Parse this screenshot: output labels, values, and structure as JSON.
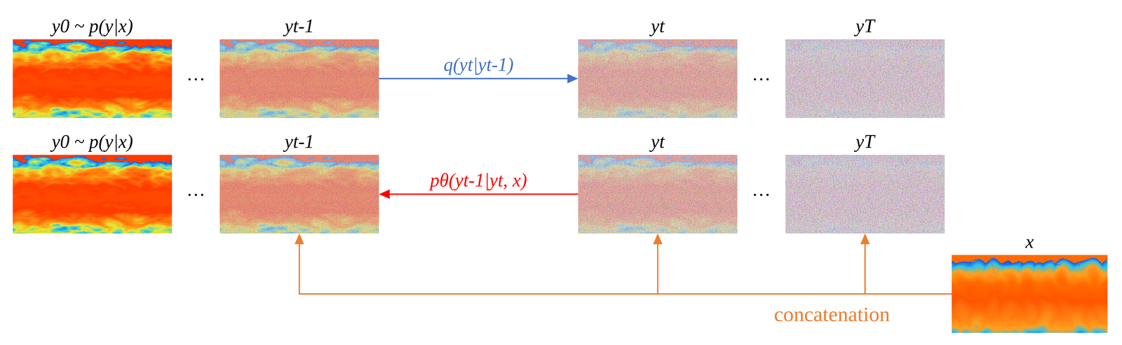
{
  "diagram": {
    "nodes": [
      {
        "text": [
          "y0 ~ p(y|x)"
        ]
      },
      {
        "text": [
          "yt-1"
        ]
      },
      {
        "text": [
          "yt"
        ]
      },
      {
        "text": [
          "yT"
        ]
      },
      {
        "text": [
          "y0 ~ p(y|x)"
        ]
      },
      {
        "text": [
          "yt-1"
        ]
      },
      {
        "text": [
          "yt"
        ]
      },
      {
        "text": [
          "yT"
        ]
      },
      {
        "text": [
          "x"
        ]
      }
    ],
    "edges": [
      {
        "from": 1,
        "to": 2,
        "label": "q(yt|yt-1)",
        "arrow": "to"
      },
      {
        "from": 6,
        "to": 5,
        "label": "pθ(yt-1|yt, x)",
        "arrow": "to"
      },
      {
        "from": 8,
        "to": 5,
        "label": "concatenation",
        "arrow": "to"
      },
      {
        "from": 8,
        "to": 6,
        "arrow": "to"
      },
      {
        "from": 8,
        "to": 7,
        "arrow": "to"
      }
    ],
    "labels": [
      "…",
      "…",
      "…",
      "…"
    ]
  }
}
